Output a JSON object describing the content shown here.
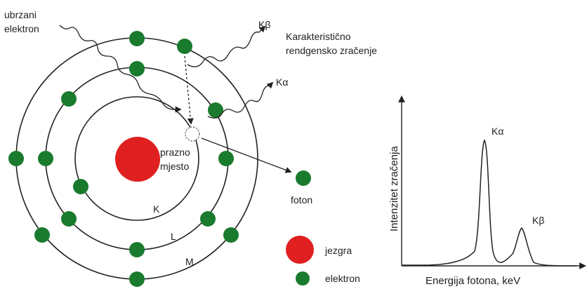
{
  "diagram": {
    "labels": {
      "incoming_electron": [
        "ubrzani",
        "elektron"
      ],
      "characteristic": [
        "Karakteristično",
        "rendgensko zračenje"
      ],
      "k_beta": "Kβ",
      "k_alpha": "Kα",
      "vacancy": [
        "prazno",
        "mjesto"
      ],
      "photon": "foton",
      "shell_k": "K",
      "shell_l": "L",
      "shell_m": "M"
    },
    "legend": {
      "nucleus": "jezgra",
      "electron": "elektron"
    },
    "colors": {
      "nucleus": "#e02020",
      "electron": "#1a7a2e",
      "line": "#222222"
    }
  },
  "spectrum": {
    "ylabel": "Intenzitet zračenja",
    "xlabel": "Energija fotona, keV",
    "peak_alpha": "Kα",
    "peak_beta": "Kβ"
  }
}
